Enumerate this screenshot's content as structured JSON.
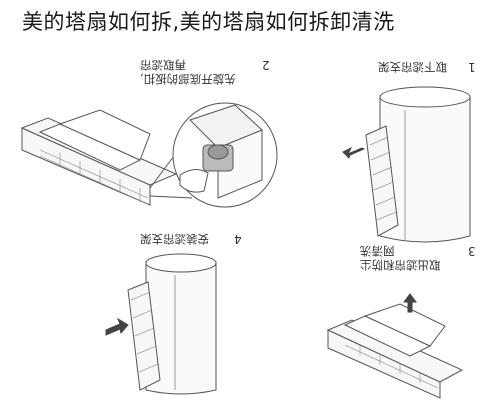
{
  "title": "美的塔扇如何拆,美的塔扇如何拆卸清洗",
  "steps": [
    {
      "number": "1",
      "lines": [
        "取下滤帘支架"
      ]
    },
    {
      "number": "2",
      "lines": [
        "先旋开底部的扳扣,",
        "再取滤帘"
      ]
    },
    {
      "number": "3",
      "lines": [
        "取出滤帘和防尘",
        "网清洗"
      ]
    },
    {
      "number": "4",
      "lines": [
        "安装滤帘支架"
      ]
    }
  ],
  "colors": {
    "line": "#555555",
    "fill": "#f7f7f7",
    "arrow": "#444444"
  }
}
